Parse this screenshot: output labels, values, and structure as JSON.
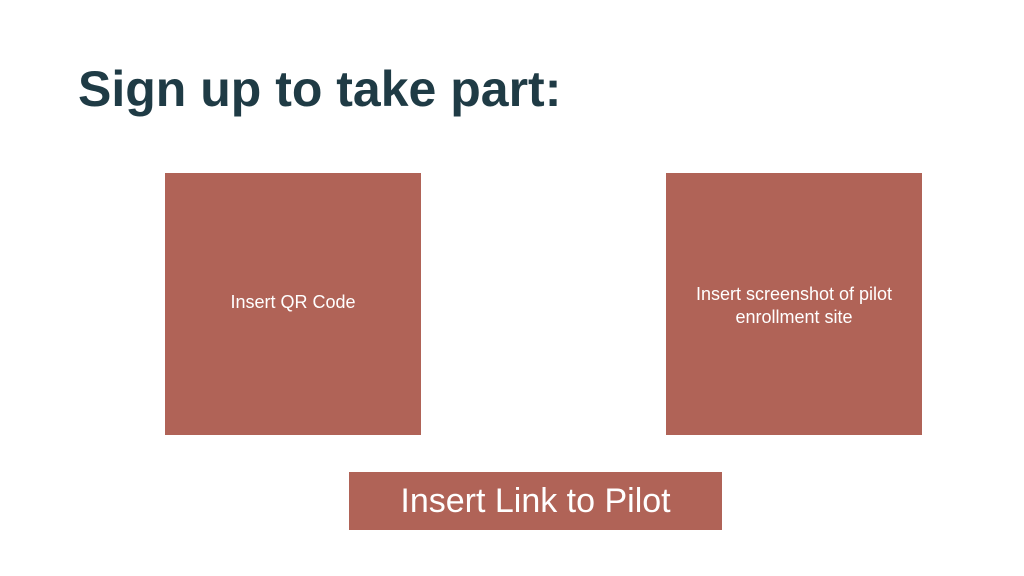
{
  "slide": {
    "title": "Sign up to take part:",
    "qr_placeholder": "Insert QR Code",
    "screenshot_placeholder": "Insert screenshot of pilot enrollment site",
    "link_placeholder": "Insert Link to Pilot"
  },
  "colors": {
    "title": "#1f3b45",
    "placeholder_fill": "#b06357",
    "placeholder_text": "#ffffff",
    "background": "#ffffff"
  }
}
